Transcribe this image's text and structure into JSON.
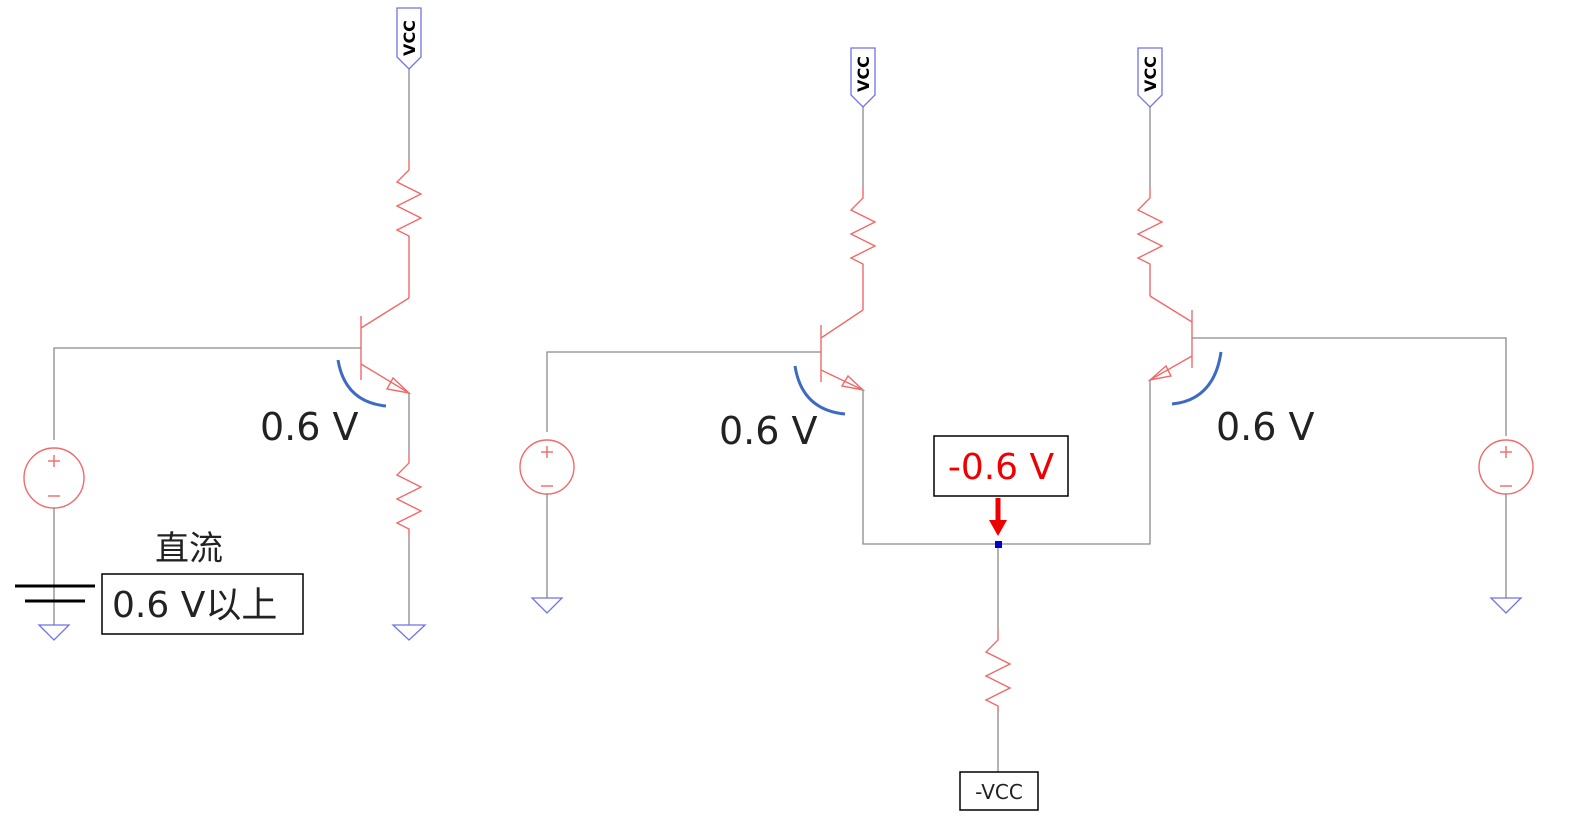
{
  "labels": {
    "vcc_left": "VCC",
    "vcc_mid": "VCC",
    "vcc_right": "VCC",
    "vbe_left": "0.6 V",
    "vbe_mid_left": "0.6 V",
    "vbe_mid_right": "0.6 V",
    "dc_caption": "直流",
    "dc_value": "0.6 V以上",
    "node_voltage": "-0.6 V",
    "neg_vcc": "-VCC"
  },
  "colors": {
    "component": "#f06a6a",
    "wire": "#8a8a8a",
    "ground": "#6f73e6",
    "bias_arc": "#3d6bc4",
    "node_arrow": "#ee0000",
    "node_dot": "#0000cc"
  }
}
